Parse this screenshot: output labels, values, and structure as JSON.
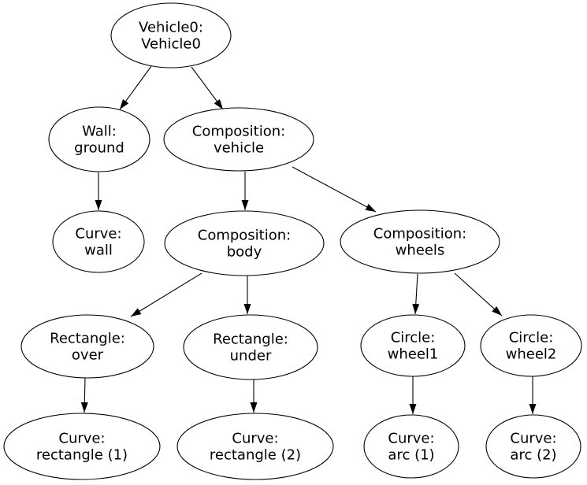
{
  "diagram": {
    "kind": "tree-graph",
    "background_color": "#ffffff",
    "node_fill_color": "#ffffff",
    "node_stroke_color": "#000000",
    "edge_color": "#000000",
    "text_color": "#000000",
    "nodes": [
      {
        "id": "vehicle0",
        "label": "Vehicle0: Vehicle0",
        "line1": "Vehicle0:",
        "line2": "Vehicle0"
      },
      {
        "id": "wall-ground",
        "label": "Wall: ground",
        "line1": "Wall:",
        "line2": "ground"
      },
      {
        "id": "composition-vehicle",
        "label": "Composition: vehicle",
        "line1": "Composition:",
        "line2": "vehicle"
      },
      {
        "id": "curve-wall",
        "label": "Curve: wall",
        "line1": "Curve:",
        "line2": "wall"
      },
      {
        "id": "composition-body",
        "label": "Composition: body",
        "line1": "Composition:",
        "line2": "body"
      },
      {
        "id": "composition-wheels",
        "label": "Composition: wheels",
        "line1": "Composition:",
        "line2": "wheels"
      },
      {
        "id": "rectangle-over",
        "label": "Rectangle: over",
        "line1": "Rectangle:",
        "line2": "over"
      },
      {
        "id": "rectangle-under",
        "label": "Rectangle: under",
        "line1": "Rectangle:",
        "line2": "under"
      },
      {
        "id": "circle-wheel1",
        "label": "Circle: wheel1",
        "line1": "Circle:",
        "line2": "wheel1"
      },
      {
        "id": "circle-wheel2",
        "label": "Circle: wheel2",
        "line1": "Circle:",
        "line2": "wheel2"
      },
      {
        "id": "curve-rectangle-1",
        "label": "Curve: rectangle (1)",
        "line1": "Curve:",
        "line2": "rectangle (1)"
      },
      {
        "id": "curve-rectangle-2",
        "label": "Curve: rectangle (2)",
        "line1": "Curve:",
        "line2": "rectangle (2)"
      },
      {
        "id": "curve-arc-1",
        "label": "Curve: arc (1)",
        "line1": "Curve:",
        "line2": "arc (1)"
      },
      {
        "id": "curve-arc-2",
        "label": "Curve: arc (2)",
        "line1": "Curve:",
        "line2": "arc (2)"
      }
    ],
    "edges": [
      {
        "from": "vehicle0",
        "to": "wall-ground"
      },
      {
        "from": "vehicle0",
        "to": "composition-vehicle"
      },
      {
        "from": "wall-ground",
        "to": "curve-wall"
      },
      {
        "from": "composition-vehicle",
        "to": "composition-body"
      },
      {
        "from": "composition-vehicle",
        "to": "composition-wheels"
      },
      {
        "from": "composition-body",
        "to": "rectangle-over"
      },
      {
        "from": "composition-body",
        "to": "rectangle-under"
      },
      {
        "from": "composition-wheels",
        "to": "circle-wheel1"
      },
      {
        "from": "composition-wheels",
        "to": "circle-wheel2"
      },
      {
        "from": "rectangle-over",
        "to": "curve-rectangle-1"
      },
      {
        "from": "rectangle-under",
        "to": "curve-rectangle-2"
      },
      {
        "from": "circle-wheel1",
        "to": "curve-arc-1"
      },
      {
        "from": "circle-wheel2",
        "to": "curve-arc-2"
      }
    ]
  }
}
